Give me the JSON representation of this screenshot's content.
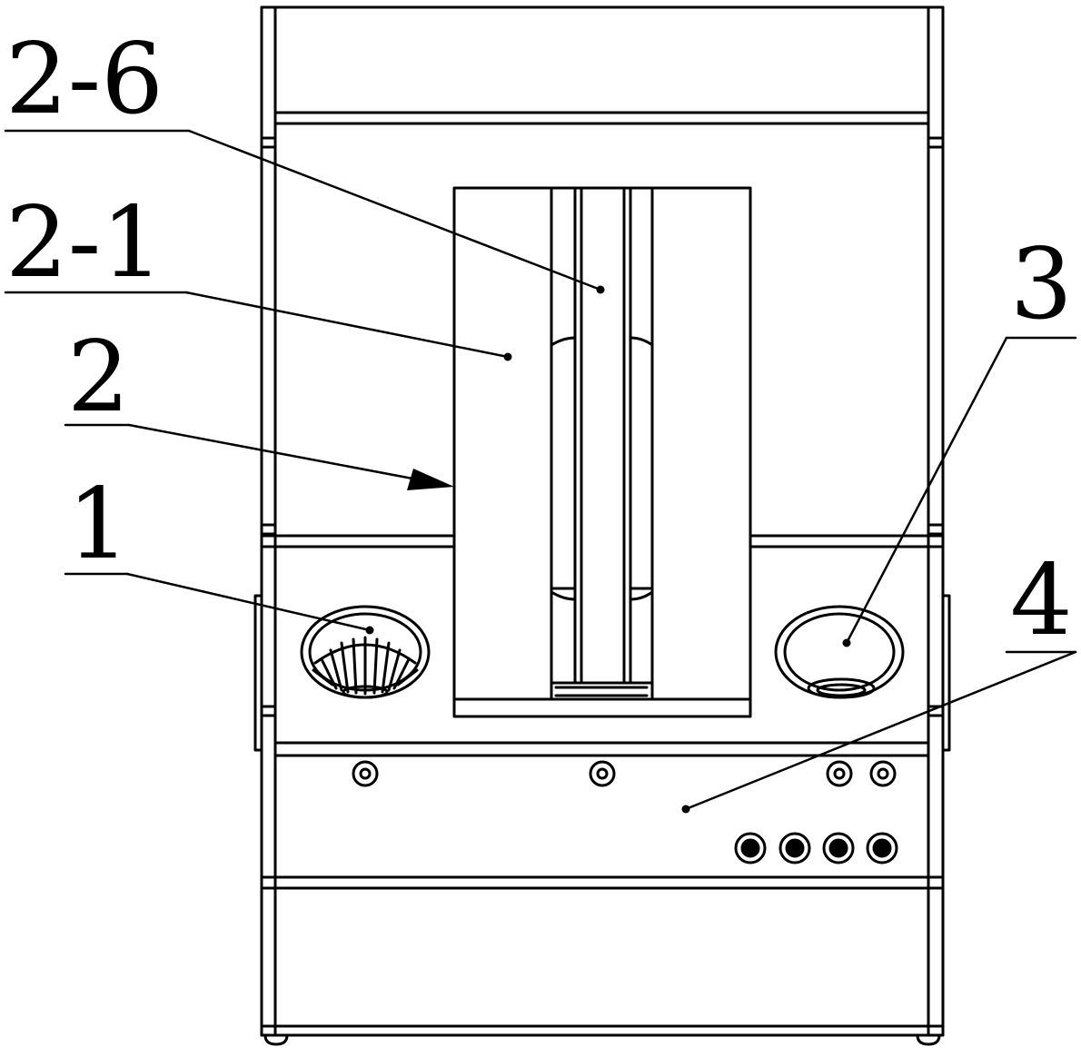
{
  "labels": {
    "l26": "2-6",
    "l21": "2-1",
    "l2": "2",
    "l1": "1",
    "l3": "3",
    "l4": "4"
  },
  "colors": {
    "line": "#000000",
    "background": "#ffffff"
  }
}
